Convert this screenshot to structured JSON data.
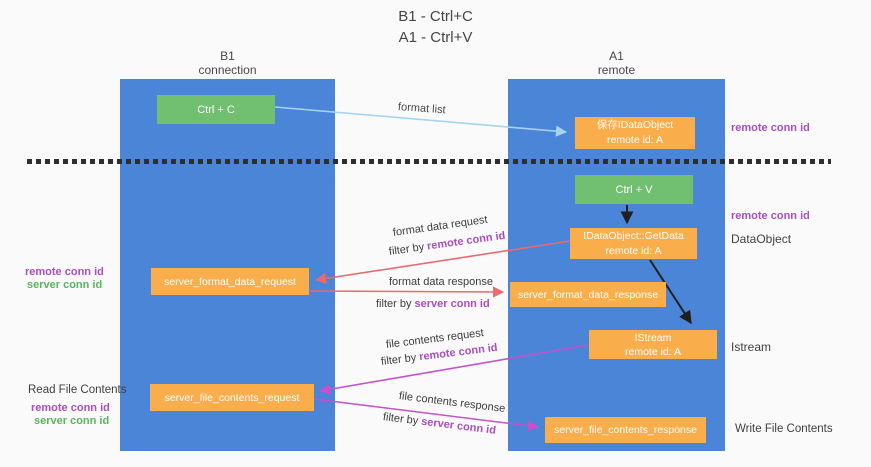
{
  "title": {
    "line1": "B1 - Ctrl+C",
    "line2": "A1 - Ctrl+V"
  },
  "lanes": {
    "b1": {
      "name": "B1",
      "subtitle": "connection"
    },
    "a1": {
      "name": "A1",
      "subtitle": "remote"
    }
  },
  "nodes": {
    "ctrl_c": {
      "label": "Ctrl + C"
    },
    "ctrl_v": {
      "label": "Ctrl + V"
    },
    "save_dataobject": {
      "line1": "保存IDataObject",
      "line2": "remote id: A"
    },
    "getdata": {
      "line1": "IDataObject::GetData",
      "line2": "remote id: A"
    },
    "istream": {
      "line1": "IStream",
      "line2": "remote id: A"
    },
    "server_format_data_request": {
      "label": "server_format_data_request"
    },
    "server_format_data_response": {
      "label": "server_format_data_response"
    },
    "server_file_contents_request": {
      "label": "server_file_contents_request"
    },
    "server_file_contents_response": {
      "label": "server_file_contents_response"
    }
  },
  "side_labels": {
    "remote_conn_id_top": "remote conn id",
    "remote_conn_id_mid": "remote conn id",
    "dataobject": "DataObject",
    "istream": "Istream",
    "write_file_contents": "Write File Contents",
    "read_file_contents": "Read File Contents",
    "left_top": {
      "remote": "remote conn id",
      "server": "server conn id"
    },
    "left_bottom": {
      "remote": "remote conn id",
      "server": "server conn id"
    }
  },
  "arrows": {
    "format_list": {
      "label": "format list"
    },
    "format_data_request": {
      "label": "format data request",
      "filter_prefix": "filter by ",
      "filter_value": "remote conn id"
    },
    "format_data_response": {
      "label": "format data response",
      "filter_prefix": "filter by ",
      "filter_value": "server conn id"
    },
    "file_contents_request": {
      "label": "file contents request",
      "filter_prefix": "filter by ",
      "filter_value": "remote conn id"
    },
    "file_contents_response": {
      "label": "file contents response",
      "filter_prefix": "filter by ",
      "filter_value": "server conn id"
    }
  },
  "colors": {
    "lane_blue": "#4a85d8",
    "node_green": "#71bf71",
    "node_orange": "#f9ae4b",
    "arrow_red": "#e96a6f",
    "arrow_magenta": "#c750cb",
    "arrow_lightblue": "#a8d3f0",
    "arrow_black": "#1f1f1f",
    "label_purple": "#a94ec2",
    "label_green": "#58b65c",
    "dashed_line": "#2e2e2e",
    "background": "#fafafa"
  }
}
